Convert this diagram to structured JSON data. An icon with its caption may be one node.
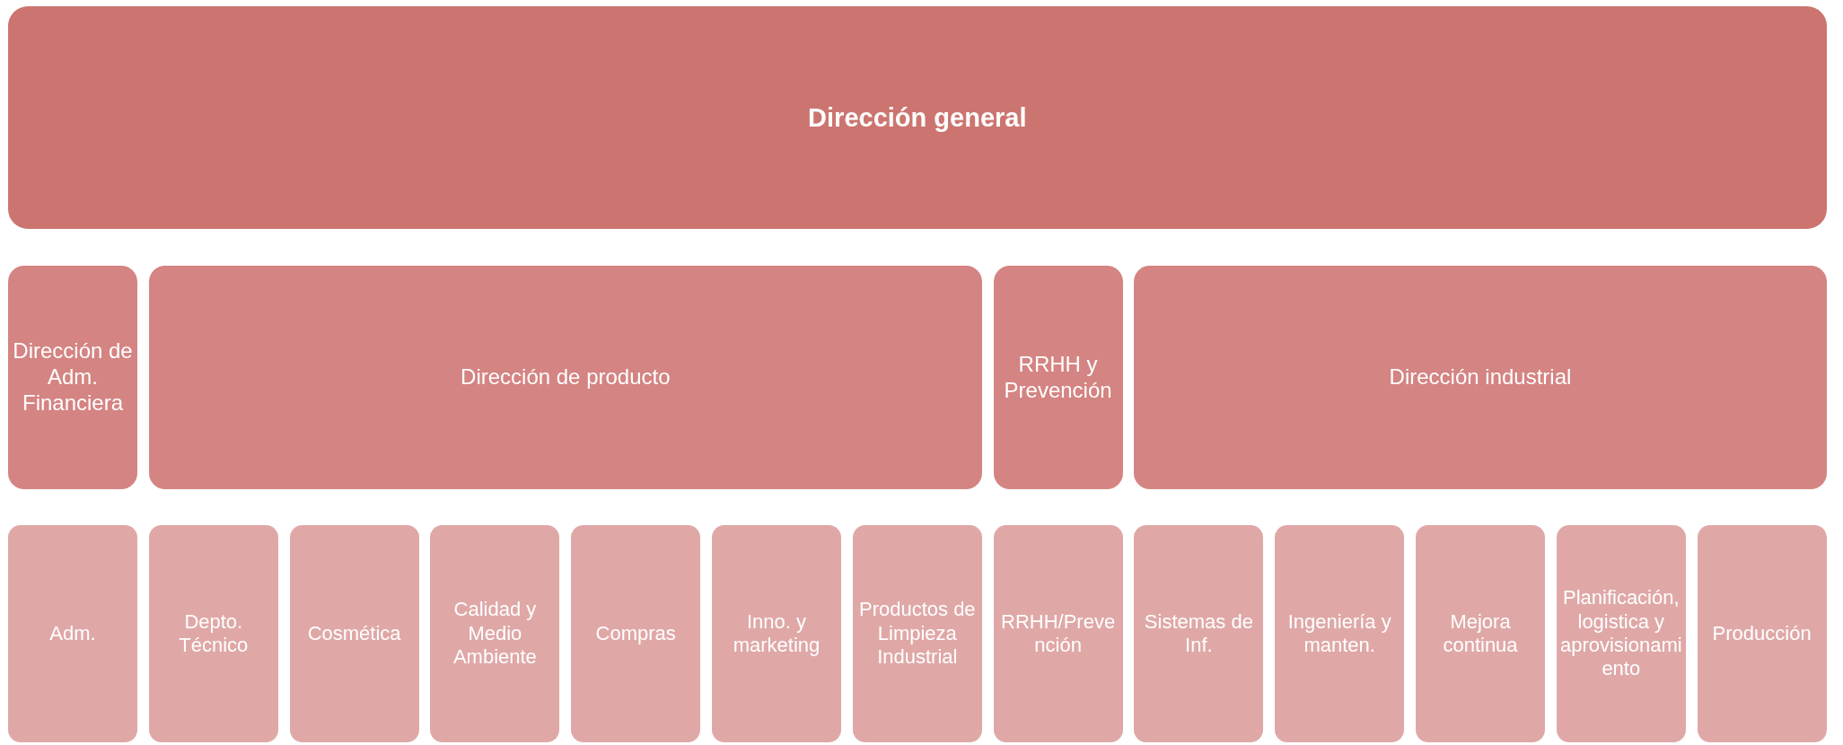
{
  "diagram": {
    "nodes": [
      {
        "text": [
          "Dirección general"
        ]
      },
      {
        "text": [
          "Dirección de Adm. Financiera"
        ]
      },
      {
        "text": [
          "Dirección de producto"
        ]
      },
      {
        "text": [
          "RRHH y Prevención"
        ]
      },
      {
        "text": [
          "Dirección industrial"
        ]
      },
      {
        "text": [
          "Adm."
        ]
      },
      {
        "text": [
          "Depto. Técnico"
        ]
      },
      {
        "text": [
          "Cosmética"
        ]
      },
      {
        "text": [
          "Calidad y Medio Ambiente"
        ]
      },
      {
        "text": [
          "Compras"
        ]
      },
      {
        "text": [
          "Inno. y marketing"
        ]
      },
      {
        "text": [
          "Productos de Limpieza Industrial"
        ]
      },
      {
        "text": [
          "RRHH/Prevención"
        ]
      },
      {
        "text": [
          "Sistemas de Inf."
        ]
      },
      {
        "text": [
          "Ingeniería y manten."
        ]
      },
      {
        "text": [
          "Mejora continua"
        ]
      },
      {
        "text": [
          "Planificación, logistica y aprovisionamiento"
        ]
      },
      {
        "text": [
          "Producción"
        ]
      }
    ]
  }
}
